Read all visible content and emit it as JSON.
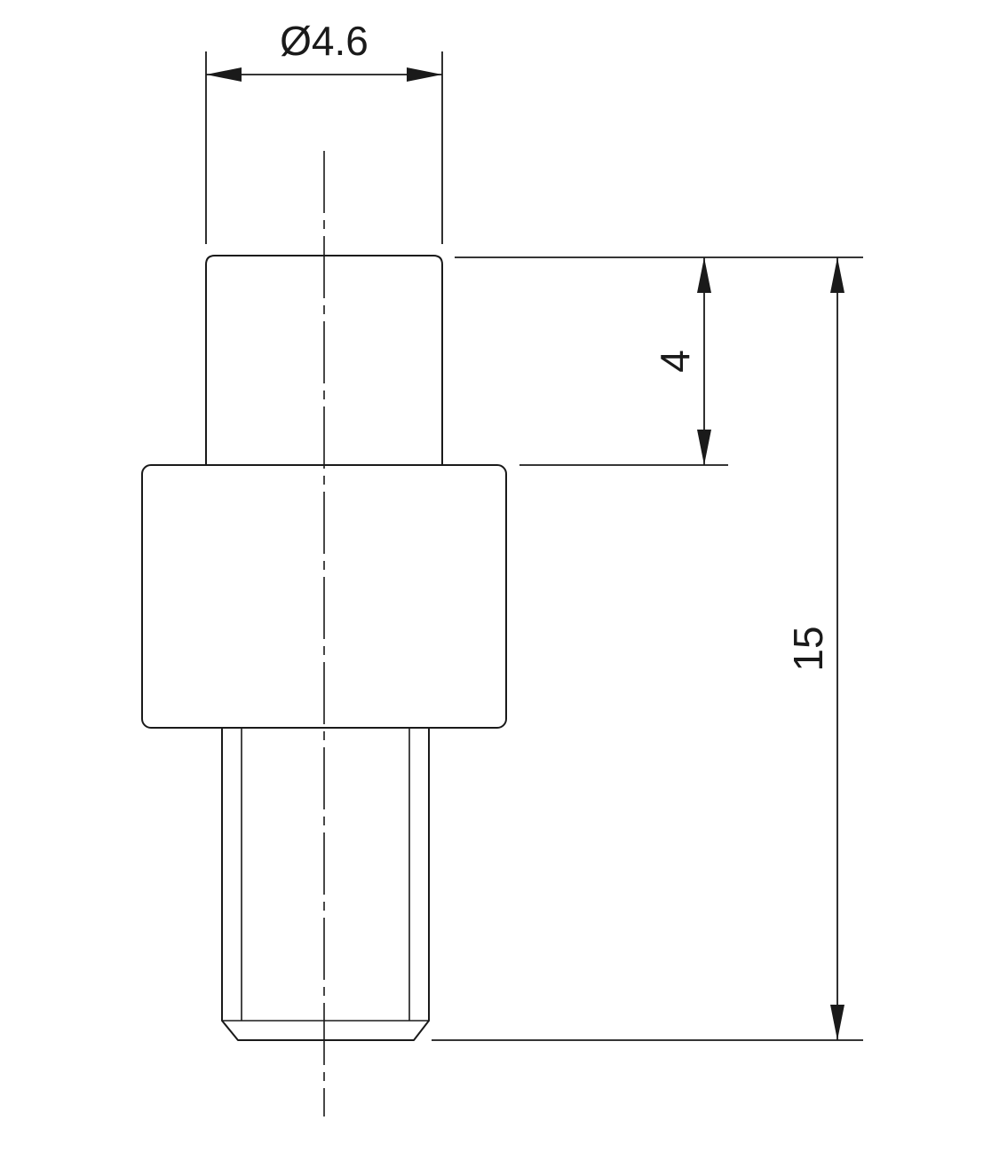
{
  "drawing": {
    "dimensions": {
      "diameter": "Ø4.6",
      "upper_height": "4",
      "overall_height": "15"
    },
    "colors": {
      "line": "#1a1a1a",
      "background": "#ffffff"
    }
  }
}
